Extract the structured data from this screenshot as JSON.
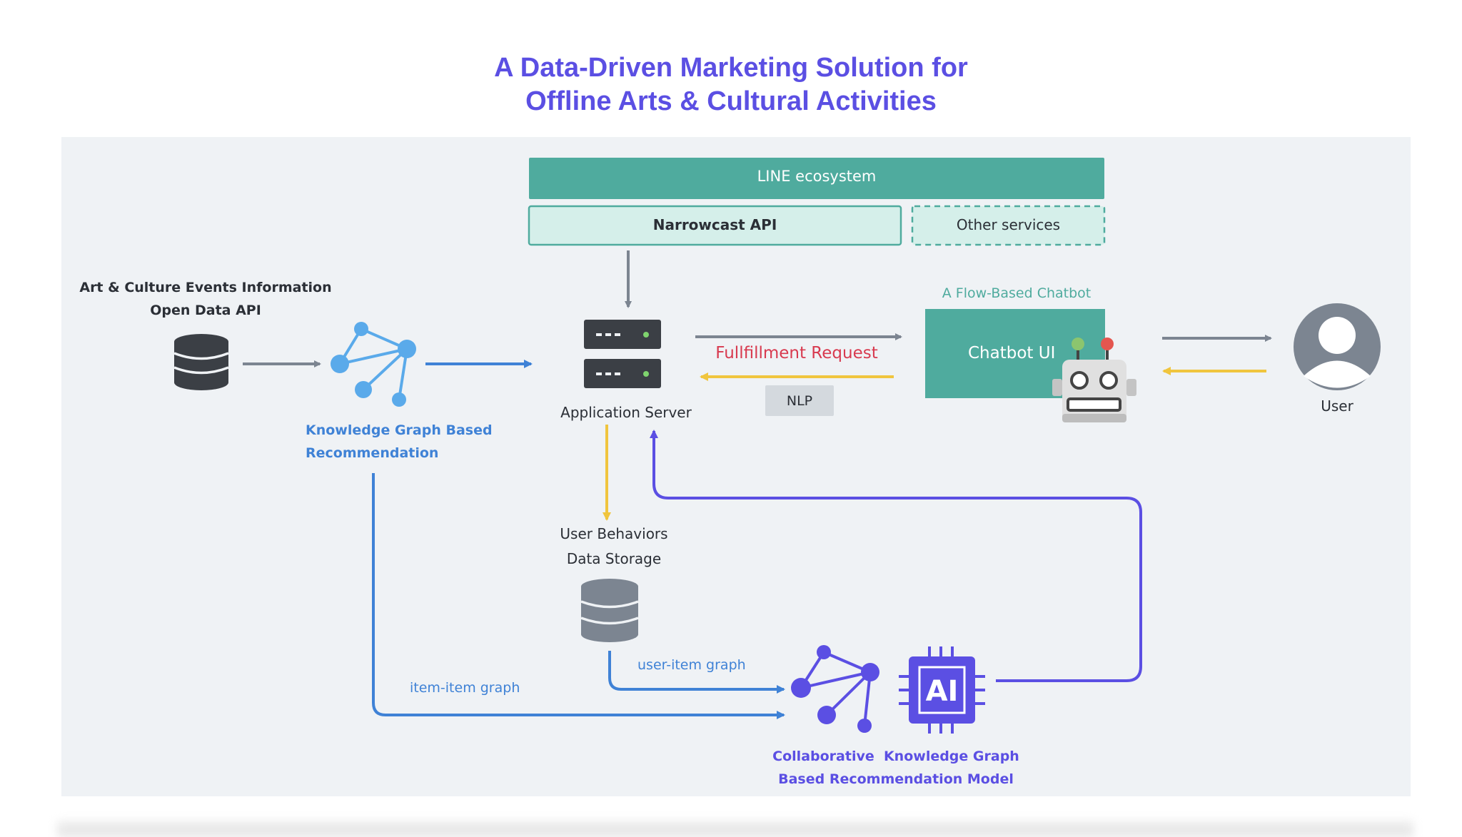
{
  "title": {
    "line1": "A Data-Driven Marketing Solution for",
    "line2": "Offline Arts & Cultural Activities"
  },
  "line_ecosystem": {
    "label": "LINE ecosystem",
    "narrowcast_api": "Narrowcast API",
    "other_services": "Other services"
  },
  "open_data": {
    "line1": "Art & Culture Events Information",
    "line2": "Open Data API",
    "icon": "database-icon"
  },
  "kg_recommendation": {
    "line1": "Knowledge Graph Based",
    "line2": "Recommendation",
    "icon": "graph-network-icon"
  },
  "app_server": {
    "label": "Application Server",
    "icon": "server-icon"
  },
  "fulfillment": {
    "label": "Fullfillment Request",
    "nlp": "NLP"
  },
  "chatbot": {
    "caption": "A Flow-Based Chatbot",
    "ui_label": "Chatbot UI",
    "icon": "robot-icon"
  },
  "user": {
    "label": "User",
    "icon": "user-avatar-icon"
  },
  "user_storage": {
    "line1": "User Behaviors",
    "line2": "Data Storage",
    "icon": "database-icon"
  },
  "edges": {
    "user_item": "user-item graph",
    "item_item": "item-item graph"
  },
  "model": {
    "line1": "Collaborative  Knowledge Graph",
    "line2": "Based Recommendation Model",
    "ai_text": "AI",
    "icon": "ai-chip-icon"
  },
  "colors": {
    "title": "#5b4fe3",
    "teal": "#4fab9e",
    "teal_light": "#d5efea",
    "blue": "#3f82d6",
    "light_blue": "#5aaaea",
    "purple": "#5b4fe3",
    "yellow": "#f0c53e",
    "grey_arrow": "#7c8591",
    "red": "#d83a4f"
  }
}
